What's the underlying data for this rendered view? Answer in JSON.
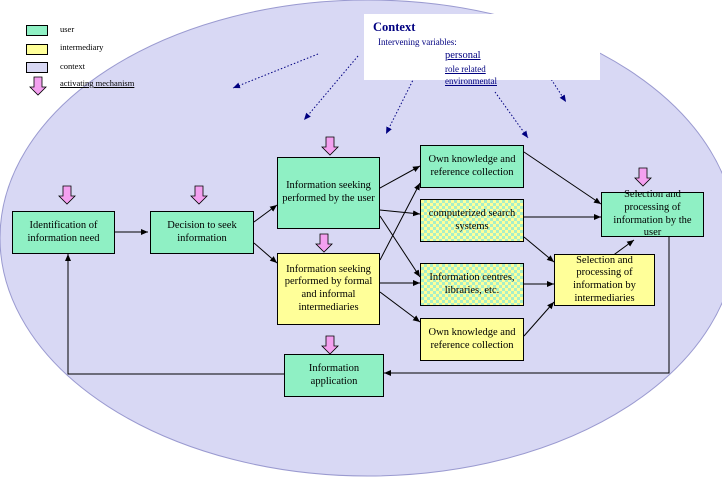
{
  "colors": {
    "user": "#8ff0c4",
    "intermediary": "#ffff99",
    "context": "#d8d8f4",
    "activating": "#f4a0f0",
    "text_accent": "#000080"
  },
  "legend": [
    {
      "key": "user",
      "label": "user",
      "swatch_color": "#8ff0c4"
    },
    {
      "key": "intermediary",
      "label": "intermediary",
      "swatch_color": "#ffff99"
    },
    {
      "key": "context",
      "label": "context",
      "swatch_color": "#d8d8f4"
    },
    {
      "key": "activating",
      "label": "activating mechanism",
      "icon": "down-arrow-icon"
    }
  ],
  "context": {
    "title": "Context",
    "subtitle": "Intervening variables:",
    "items": [
      "personal",
      "role related",
      "environmental"
    ]
  },
  "nodes": {
    "identification": "Identification of information need",
    "decision": "Decision to seek information",
    "seeking_user": "Information seeking performed by the user",
    "seeking_inter": "Information seeking performed by formal and informal intermediaries",
    "own_knowledge_1": "Own knowledge and reference collection",
    "computerized": "computerized search systems",
    "centres": "Information centres, libraries, etc.",
    "own_knowledge_2": "Own knowledge and reference collection",
    "selection_user": "Selection and processing of information by the user",
    "selection_inter": "Selection and processing of information by intermediaries",
    "application": "Information application"
  }
}
